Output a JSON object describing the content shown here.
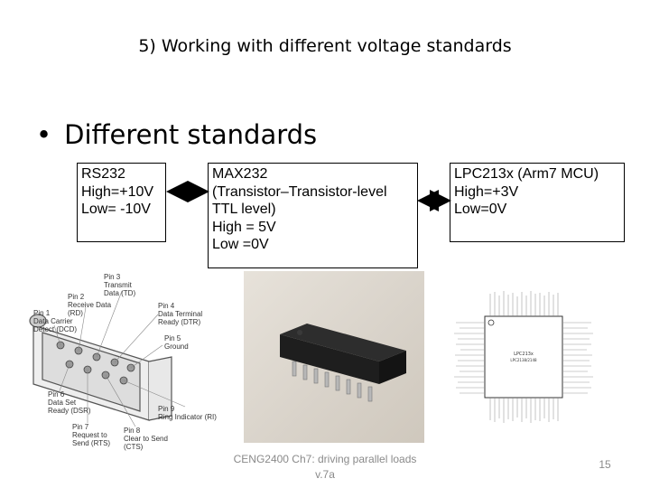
{
  "slide": {
    "title": "5) Working with different voltage standards",
    "bullet": "Different standards",
    "bullet_symbol": "•"
  },
  "boxes": {
    "rs232": {
      "lines": [
        "RS232",
        "High=+10V",
        "Low= -10V"
      ]
    },
    "max232": {
      "lines": [
        "MAX232",
        "(Transistor–Transistor-level",
        "TTL level)",
        "High = 5V",
        "Low =0V"
      ]
    },
    "lpc": {
      "lines": [
        "LPC213x (Arm7 MCU)",
        "High=+3V",
        "Low=0V"
      ]
    }
  },
  "db9": {
    "labels": {
      "pin3": "Pin 3\nTransmit\nData (TD)",
      "pin2": "Pin 2\nReceive Data\n(RD)",
      "pin1": "Pin 1\nData Carrier\nDetect (DCD)",
      "pin4": "Pin 4\nData Terminal\nReady (DTR)",
      "pin5": "Pin 5\nGround",
      "pin6": "Pin 6\nData Set\nReady (DSR)",
      "pin9": "Pin 9\nRing Indicator (RI)",
      "pin7": "Pin 7\nRequest to\nSend (RTS)",
      "pin8": "Pin 8\nClear to Send\n(CTS)"
    }
  },
  "chip_label": {
    "line1": "LPC213x",
    "line2": "LPC2138/2148"
  },
  "footer": {
    "line1": "CENG2400 Ch7: driving parallel loads",
    "line2": "v.7a"
  },
  "page_number": "15"
}
